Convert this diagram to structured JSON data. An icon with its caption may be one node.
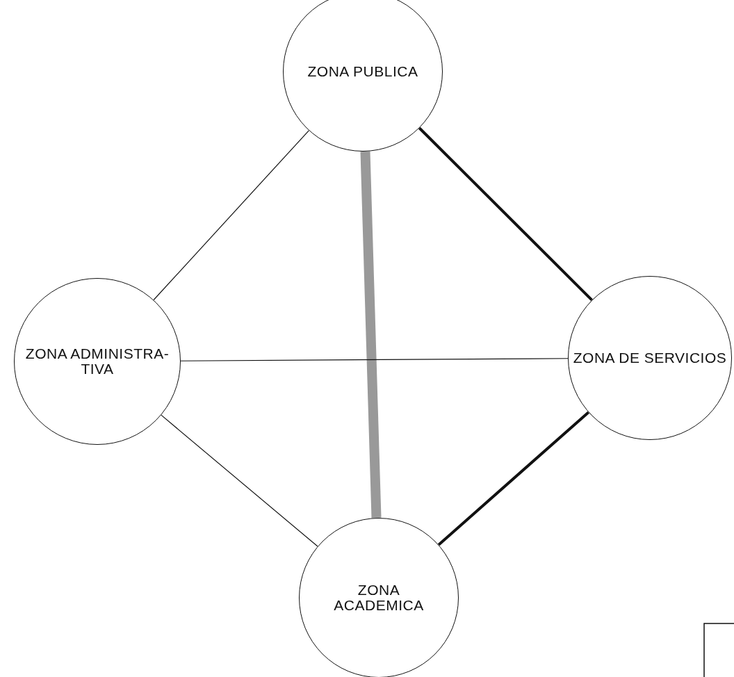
{
  "diagram": {
    "nodes": [
      {
        "text": [
          "ZONA PUBLICA"
        ]
      },
      {
        "text": [
          "ZONA ADMINISTRA- TIVA"
        ]
      },
      {
        "text": [
          "ZONA DE SERVICIOS"
        ]
      },
      {
        "text": [
          "ZONA ACADEMICA"
        ]
      }
    ],
    "edges": [
      {
        "from": 0,
        "to": 1,
        "arrow": "none"
      },
      {
        "from": 0,
        "to": 2,
        "arrow": "none",
        "style": "thick"
      },
      {
        "from": 0,
        "to": 3,
        "arrow": "none",
        "style": "thick",
        "color": "#999999"
      },
      {
        "from": 1,
        "to": 2,
        "arrow": "none"
      },
      {
        "from": 1,
        "to": 3,
        "arrow": "none"
      },
      {
        "from": 2,
        "to": 3,
        "arrow": "none",
        "style": "thick"
      }
    ]
  }
}
